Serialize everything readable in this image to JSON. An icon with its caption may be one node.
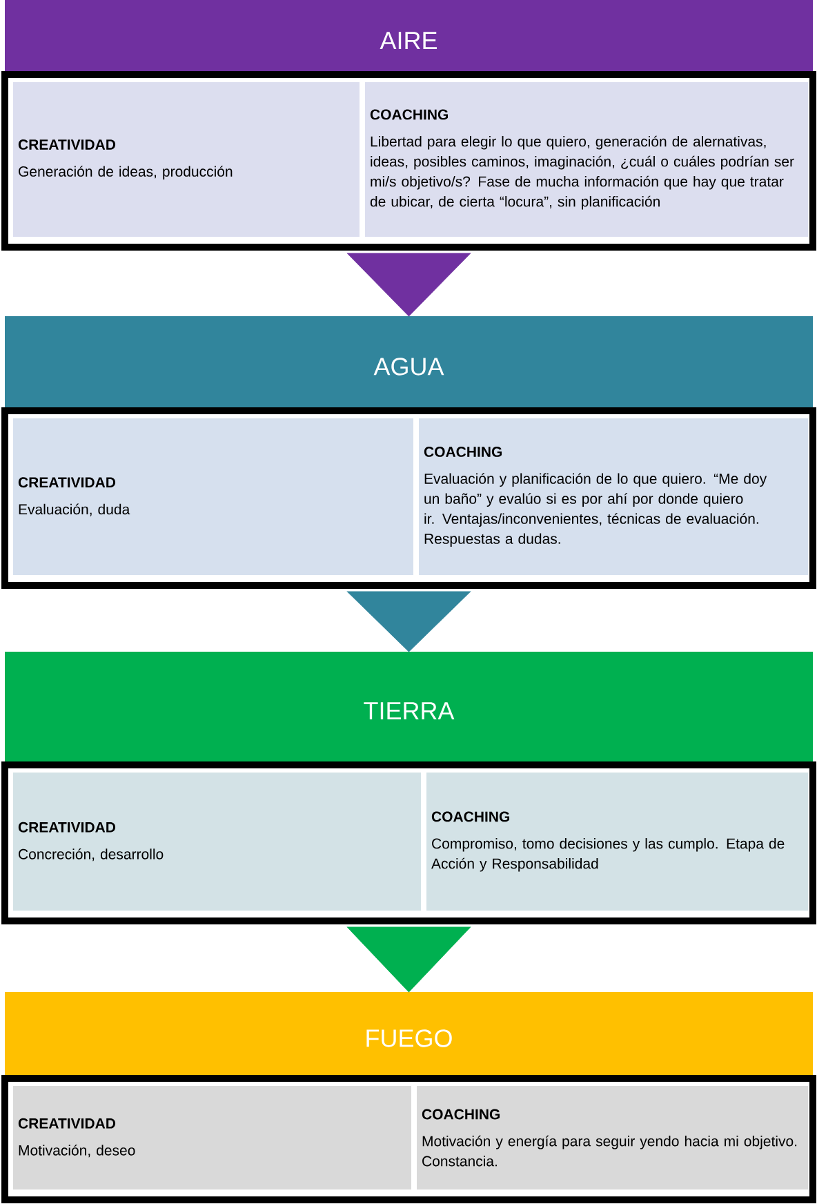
{
  "diagram": {
    "nodes": [
      {
        "text": [
          "AIRE"
        ]
      },
      {
        "text": [],
        "shape": "box"
      },
      {
        "text": [
          "CREATIVIDAD",
          "Generación de ideas, producción"
        ],
        "in": 1
      },
      {
        "text": [
          "COACHING",
          "Libertad para elegir lo que quiero, generación de alernativas, ideas, posibles caminos, imaginación, ¿cuál o cuáles podrían ser mi/s objetivo/s? Fase de mucha información que hay que tratar de ubicar, de cierta “locura”, sin planificación"
        ],
        "in": 1
      },
      {
        "text": [
          "AGUA"
        ]
      },
      {
        "text": [],
        "shape": "box"
      },
      {
        "text": [
          "CREATIVIDAD",
          "Evaluación, duda"
        ],
        "in": 5
      },
      {
        "text": [
          "COACHING",
          "Evaluación y planificación de lo que quiero. “Me doy un baño” y evalúo si es por ahí por donde quiero ir. Ventajas/inconvenientes, técnicas de evaluación. Respuestas a dudas."
        ],
        "in": 5
      },
      {
        "text": [
          "TIERRA"
        ]
      },
      {
        "text": [],
        "shape": "box"
      },
      {
        "text": [
          "CREATIVIDAD",
          "Concreción, desarrollo"
        ],
        "in": 9
      },
      {
        "text": [
          "COACHING",
          "Compromiso,  tomo decisiones y las cumplo. Etapa de Acción y Responsabilidad"
        ],
        "in": 9
      },
      {
        "text": [
          "FUEGO"
        ]
      },
      {
        "text": [],
        "shape": "box"
      },
      {
        "text": [
          "CREATIVIDAD",
          "Motivación, deseo"
        ],
        "in": 13
      },
      {
        "text": [
          "COACHING",
          "Motivación y energía para seguir yendo hacia mi objetivo. Constancia."
        ],
        "in": 13
      }
    ],
    "edges": [
      {
        "from": 1,
        "to": 4,
        "arrow": "to",
        "color": "#7030a0"
      },
      {
        "from": 5,
        "to": 8,
        "arrow": "to",
        "color": "#31859c"
      },
      {
        "from": 9,
        "to": 12,
        "arrow": "to",
        "color": "#00b050"
      }
    ]
  }
}
